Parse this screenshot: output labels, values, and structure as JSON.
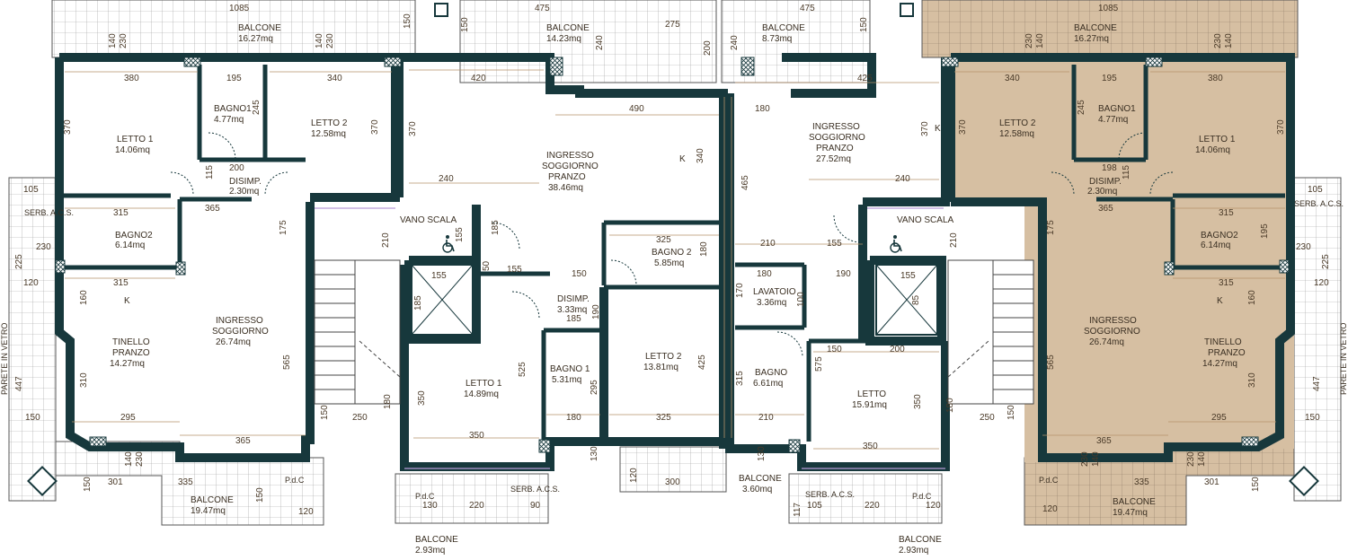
{
  "colors": {
    "wall": "#17383c",
    "tint_right_apartment": "#d6bfa2",
    "terrace_grid": "#9a9a9a",
    "dimension_line": "#b5926a",
    "label_text": "#3a2f22",
    "accent_purple": "#b69ad6"
  },
  "balconies": {
    "b_top_left": {
      "name": "BALCONE",
      "area": "16.27mq",
      "width": "1085"
    },
    "b_top_mid_left": {
      "name": "BALCONE",
      "area": "14.23mq",
      "w1": "475",
      "w2": "275"
    },
    "b_top_mid_right": {
      "name": "BALCONE",
      "area": "8.73mq",
      "w1": "475"
    },
    "b_top_right": {
      "name": "BALCONE",
      "area": "16.27mq",
      "width": "1085"
    },
    "b_bot_left": {
      "name": "BALCONE",
      "area": "19.47mq",
      "w": "335",
      "w2": "301"
    },
    "b_bot_right": {
      "name": "BALCONE",
      "area": "19.47mq",
      "w": "335",
      "w2": "301"
    },
    "b_bot_mid_left": {
      "name": "BALCONE",
      "area": "2.93mq"
    },
    "b_bot_mid_right": {
      "name": "BALCONE",
      "area": "2.93mq"
    },
    "b_bot_center": {
      "name": "BALCONE",
      "area": "3.60mq",
      "w": "300"
    }
  },
  "rooms": {
    "a1_letto1": {
      "name": "LETTO 1",
      "area": "14.06mq"
    },
    "a1_bagno1": {
      "name": "BAGNO1",
      "area": "4.77mq"
    },
    "a1_letto2": {
      "name": "LETTO 2",
      "area": "12.58mq"
    },
    "a1_disimp": {
      "name": "DISIMP.",
      "area": "2.30mq"
    },
    "a1_bagno2": {
      "name": "BAGNO2",
      "area": "6.14mq"
    },
    "a1_ingresso": {
      "l1": "INGRESSO",
      "l2": "SOGGIORNO",
      "area": "26.74mq"
    },
    "a1_tinello": {
      "l1": "TINELLO",
      "l2": "PRANZO",
      "area": "14.27mq"
    },
    "a2_ingresso": {
      "l1": "INGRESSO",
      "l2": "SOGGIORNO",
      "l3": "PRANZO",
      "area": "38.46mq"
    },
    "a2_bagno2": {
      "name": "BAGNO 2",
      "area": "5.85mq"
    },
    "a2_disimp": {
      "name": "DISIMP.",
      "area": "3.33mq"
    },
    "a2_letto1": {
      "name": "LETTO 1",
      "area": "14.89mq"
    },
    "a2_bagno1": {
      "name": "BAGNO 1",
      "area": "5.31mq"
    },
    "a2_letto2": {
      "name": "LETTO 2",
      "area": "13.81mq"
    },
    "a3_ingresso": {
      "l1": "INGRESSO",
      "l2": "SOGGIORNO",
      "l3": "PRANZO",
      "area": "27.52mq"
    },
    "a3_lavatoio": {
      "name": "LAVATOIO",
      "area": "3.36mq"
    },
    "a3_bagno": {
      "name": "BAGNO",
      "area": "6.61mq"
    },
    "a3_letto": {
      "name": "LETTO",
      "area": "15.91mq"
    },
    "a4_letto2": {
      "name": "LETTO 2",
      "area": "12.58mq"
    },
    "a4_bagno1": {
      "name": "BAGNO1",
      "area": "4.77mq"
    },
    "a4_letto1": {
      "name": "LETTO 1",
      "area": "14.06mq"
    },
    "a4_disimp": {
      "name": "DISIMP.",
      "area": "2.30mq"
    },
    "a4_bagno2": {
      "name": "BAGNO2",
      "area": "6.14mq"
    },
    "a4_ingresso": {
      "l1": "INGRESSO",
      "l2": "SOGGIORNO",
      "area": "26.74mq"
    },
    "a4_tinello": {
      "l1": "TINELLO",
      "l2": "PRANZO",
      "area": "14.27mq"
    }
  },
  "labels": {
    "vano_scala": "VANO SCALA",
    "serb_acs": "SERB. A.C.S.",
    "pdc": "P.d.C",
    "parete_vetro": "PARETE IN VETRO",
    "k": "K"
  },
  "dimensions": {
    "d380": "380",
    "d195": "195",
    "d340": "340",
    "d370": "370",
    "d245": "245",
    "d200": "200",
    "d115": "115",
    "d315": "315",
    "d365": "365",
    "d175": "175",
    "d210": "210",
    "d160": "160",
    "d310": "310",
    "d295": "295",
    "d565": "565",
    "d150": "150",
    "d250": "250",
    "d180": "180",
    "d420": "420",
    "d490": "490",
    "d90": "90",
    "d240": "240",
    "d155": "155",
    "d185": "185",
    "d325": "325",
    "d350": "350",
    "d525": "525",
    "d190": "190",
    "d425": "425",
    "d465": "465",
    "d170": "170",
    "d100": "100",
    "d575": "575",
    "d447": "447",
    "d105": "105",
    "d230": "230",
    "d225": "225",
    "d120": "120",
    "d140": "140",
    "d130": "130",
    "d220": "220",
    "d117": "117",
    "d198": "198",
    "d50": "50",
    "d85": "85",
    "d370b": "370"
  }
}
